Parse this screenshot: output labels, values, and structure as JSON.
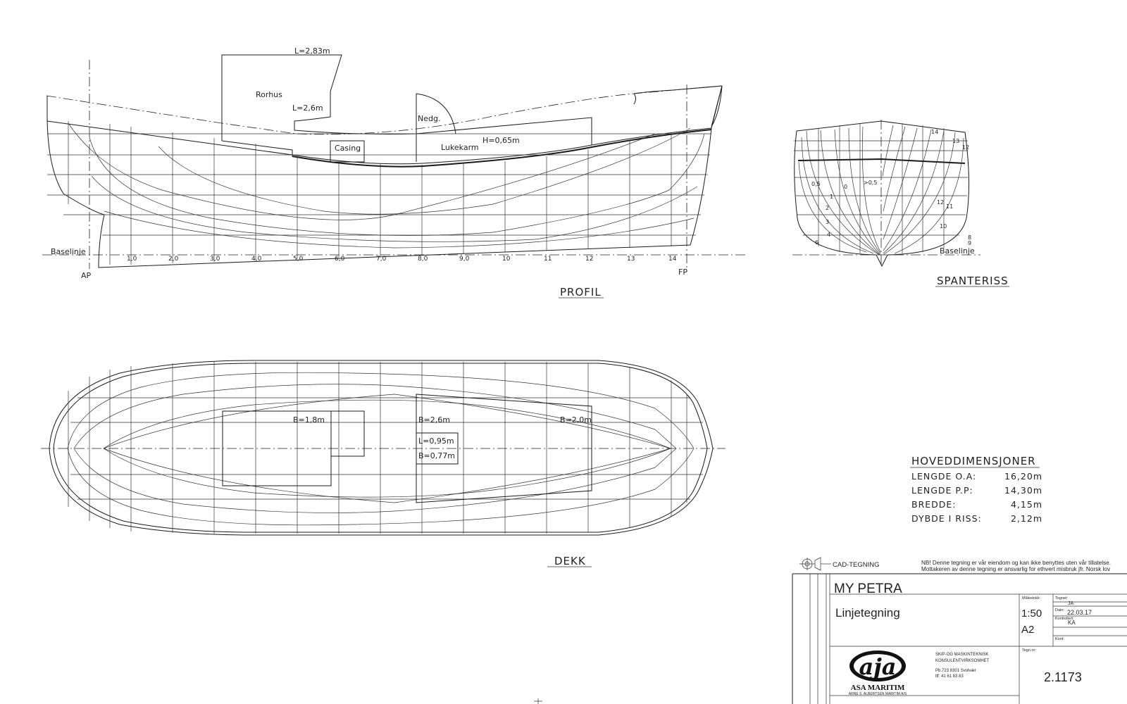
{
  "profile": {
    "title": "PROFIL",
    "labels": {
      "l1": "L=2,83m",
      "rorhus": "Rorhus",
      "l2": "L=2,6m",
      "nedg": "Nedg.",
      "h": "H=0,65m",
      "casing": "Casing",
      "lukekarm": "Lukekarm",
      "baselinje": "Baselinje",
      "ap": "AP",
      "fp": "FP"
    },
    "stations": [
      "1,0",
      "2,0",
      "3,0",
      "4,0",
      "5,0",
      "6,0",
      "7,0",
      "8,0",
      "9,0",
      "10",
      "11",
      "12",
      "13",
      "14"
    ]
  },
  "body_plan": {
    "title": "SPANTERISS",
    "baselinje": "Baselinje",
    "left_numbers": [
      "0,5",
      "0",
      "1",
      "2",
      "3",
      "4",
      "6"
    ],
    "right_numbers": [
      ">0,5",
      "14",
      "13",
      "12",
      "12",
      "11",
      "10",
      "8",
      "9"
    ]
  },
  "deck": {
    "title": "DEKK",
    "labels": {
      "b1": "B=1,8m",
      "b2": "B=2,6m",
      "b3": "B=2,0m",
      "l": "L=0,95m",
      "b4": "B=0,77m"
    }
  },
  "dimensions": {
    "title": "HOVEDDIMENSJONER",
    "rows": [
      {
        "label": "LENGDE  O.A:",
        "value": "16,20m"
      },
      {
        "label": "LENGDE  P.P:",
        "value": "14,30m"
      },
      {
        "label": "BREDDE:",
        "value": "4,15m"
      },
      {
        "label": "DYBDE  I  RISS:",
        "value": "2,12m"
      }
    ]
  },
  "title_block": {
    "cad": "CAD-TEGNING",
    "notice1": "NB! Denne tegning er vår eiendom og kan ikke benyttes uten vår tillatelse.",
    "notice2": "Mottakeren av denne tegning er ansvarlig for ethvert misbruk jfr. Norsk lov",
    "vessel": "MY PETRA",
    "drawing": "Linjetegning",
    "scale_label": "Målestokk:",
    "scale": "1:50",
    "format": "A2",
    "drawn_label": "Tegnet:",
    "drawn": "JA",
    "date_label": "Dato:",
    "date": "22.03.17",
    "checked_label": "Kontrollert:",
    "checked": "KA",
    "konf_label": "Konf:",
    "company_line1": "SKIP-OG MASKINTEKNISK",
    "company_line2": "KONSULENTVIRKSOMHET",
    "address": "Pb.723    8301 Svolvær",
    "phone": "tlf:  41 61 83 83",
    "logo_mark": "aja",
    "logo_name": "ASA MARITIM",
    "logo_sub": "ARNE S. ALBERTSEN MARITIM A/S",
    "tegn_label": "Tegn.nr:",
    "drawing_no": "2.1173"
  }
}
